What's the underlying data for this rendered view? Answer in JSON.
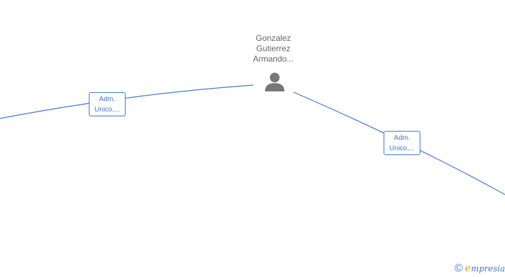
{
  "person": {
    "name_lines": [
      "Gonzalez",
      "Gutierrez",
      "Armando..."
    ],
    "icon": "person-icon"
  },
  "relations": [
    {
      "id": "left",
      "role_line1": "Adm.",
      "role_line2": "Unico,..."
    },
    {
      "id": "right",
      "role_line1": "Adm.",
      "role_line2": "Unico,..."
    }
  ],
  "footer": {
    "copyright_symbol": "©",
    "brand_initial": "e",
    "brand_rest": "mpresia"
  },
  "colors": {
    "connector": "#3b78d3",
    "person_text": "#666666",
    "person_icon": "#777777",
    "brand_accent": "#f0a030"
  }
}
